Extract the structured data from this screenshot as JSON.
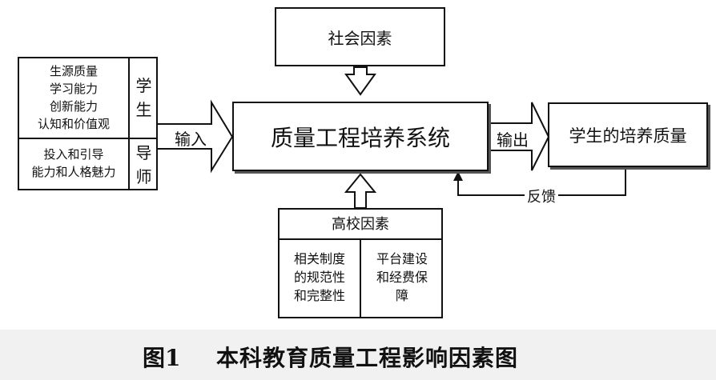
{
  "boxes": {
    "social": "社会因素",
    "core": "质量工程培养系统",
    "output_box": "学生的培养质量",
    "university": "高校因素",
    "univ_left": "相关制度\n的规范性\n和完整性",
    "univ_right": "平台建设\n和经费保\n障"
  },
  "student_group": {
    "attributes": "生源质量\n学习能力\n创新能力\n认知和价值观",
    "tag": "学\n生"
  },
  "teacher_group": {
    "attributes": "投入和引导\n能力和人格魅力",
    "tag": "导\n师"
  },
  "arrows": {
    "input": "输入",
    "output": "输出",
    "feedback": "反馈"
  },
  "caption": {
    "label": "图1",
    "title": "本科教育质量工程影响因素图"
  }
}
